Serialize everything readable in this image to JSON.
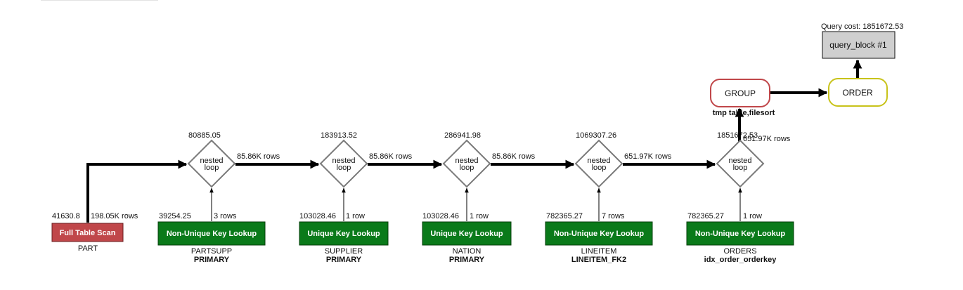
{
  "query_cost_label": "Query cost: 1851672.53",
  "query_block": {
    "label": "query_block #1"
  },
  "order": {
    "label": "ORDER"
  },
  "group": {
    "label": "GROUP",
    "note": "tmp table,filesort"
  },
  "colors": {
    "full_scan": "#c0474a",
    "lookup": "#0a7a1a",
    "group_border": "#c0474a",
    "order_border": "#c8c31a",
    "query_block_fill": "#cfcfcf",
    "join_border": "#7a7a7a"
  },
  "scans": [
    {
      "type": "Full Table Scan",
      "table": "PART",
      "key": "",
      "cost": "41630.8",
      "rows": "198.05K rows"
    },
    {
      "type": "Non-Unique Key Lookup",
      "table": "PARTSUPP",
      "key": "PRIMARY",
      "cost": "39254.25",
      "rows": "3 rows"
    },
    {
      "type": "Unique Key Lookup",
      "table": "SUPPLIER",
      "key": "PRIMARY",
      "cost": "103028.46",
      "rows": "1 row"
    },
    {
      "type": "Unique Key Lookup",
      "table": "NATION",
      "key": "PRIMARY",
      "cost": "103028.46",
      "rows": "1 row"
    },
    {
      "type": "Non-Unique Key Lookup",
      "table": "LINEITEM",
      "key": "LINEITEM_FK2",
      "cost": "782365.27",
      "rows": "7 rows"
    },
    {
      "type": "Non-Unique Key Lookup",
      "table": "ORDERS",
      "key": "idx_order_orderkey",
      "cost": "782365.27",
      "rows": "1 row"
    }
  ],
  "joins": [
    {
      "label_line1": "nested",
      "label_line2": "loop",
      "cost": "80885.05",
      "rows_out": "85.86K rows"
    },
    {
      "label_line1": "nested",
      "label_line2": "loop",
      "cost": "183913.52",
      "rows_out": "85.86K rows"
    },
    {
      "label_line1": "nested",
      "label_line2": "loop",
      "cost": "286941.98",
      "rows_out": "85.86K rows"
    },
    {
      "label_line1": "nested",
      "label_line2": "loop",
      "cost": "1069307.26",
      "rows_out": "651.97K rows"
    },
    {
      "label_line1": "nested",
      "label_line2": "loop",
      "cost": "1851672.53",
      "rows_out": "651.97K rows"
    }
  ]
}
